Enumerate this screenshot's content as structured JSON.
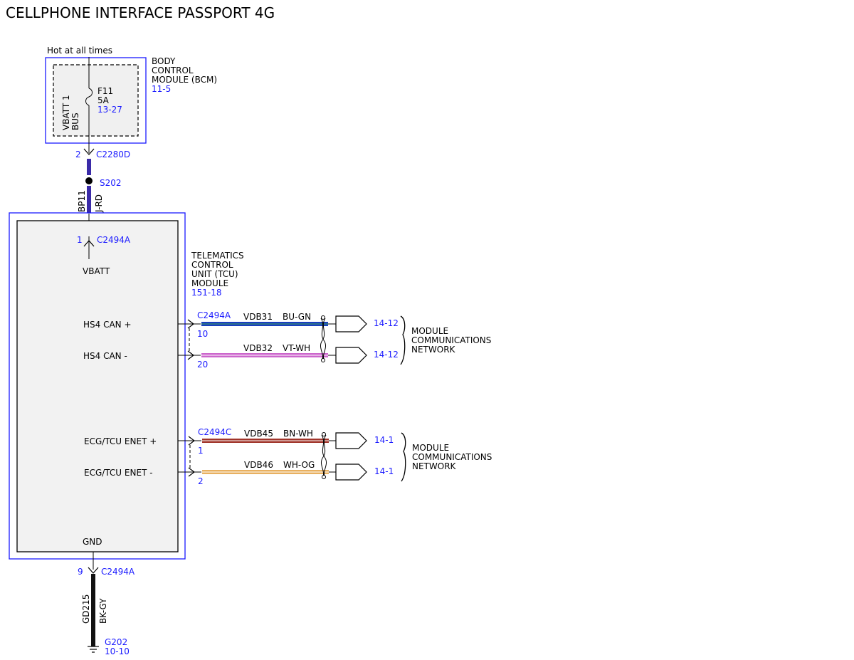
{
  "title": "CELLPHONE INTERFACE PASSPORT 4G",
  "colors": {
    "blue_box": "#1a1aff",
    "ref_text": "#1a1aff",
    "wire_bu_gn": "#1a3fbf",
    "wire_vt_wh": "#cc66cc",
    "wire_bn_wh": "#a0342a",
    "wire_wh_og": "#e8b060",
    "wire_bp11": "#3a2aa8",
    "wire_gd215": "#111111"
  },
  "power": {
    "label": "Hot at all times"
  },
  "bcm": {
    "name_lines": [
      "BODY",
      "CONTROL",
      "MODULE (BCM)"
    ],
    "ref": "11-5",
    "bus_lines": [
      "VBATT 1",
      "BUS"
    ],
    "fuse": {
      "name": "F11",
      "rating": "5A",
      "ref": "13-27"
    }
  },
  "c2280d": {
    "pin": "2",
    "name": "C2280D"
  },
  "splice": {
    "name": "S202"
  },
  "feed_wire": {
    "circuit": "BP11",
    "color": "J-RD"
  },
  "tcu": {
    "name_lines": [
      "TELEMATICS",
      "CONTROL",
      "UNIT (TCU)",
      "MODULE"
    ],
    "ref": "151-18",
    "vbatt": {
      "pin": "1",
      "connector": "C2494A",
      "label": "VBATT"
    },
    "gnd": {
      "label": "GND",
      "pin": "9",
      "connector": "C2494A"
    }
  },
  "can_group": {
    "connector": "C2494A",
    "signals": [
      {
        "label": "HS4 CAN +",
        "pin": "10",
        "circuit": "VDB31",
        "wire_color": "BU-GN",
        "ref": "14-12"
      },
      {
        "label": "HS4 CAN -",
        "pin": "20",
        "circuit": "VDB32",
        "wire_color": "VT-WH",
        "ref": "14-12"
      }
    ],
    "network_lines": [
      "MODULE",
      "COMMUNICATIONS",
      "NETWORK"
    ]
  },
  "enet_group": {
    "connector": "C2494C",
    "signals": [
      {
        "label": "ECG/TCU ENET +",
        "pin": "1",
        "circuit": "VDB45",
        "wire_color": "BN-WH",
        "ref": "14-1"
      },
      {
        "label": "ECG/TCU ENET -",
        "pin": "2",
        "circuit": "VDB46",
        "wire_color": "WH-OG",
        "ref": "14-1"
      }
    ],
    "network_lines": [
      "MODULE",
      "COMMUNICATIONS",
      "NETWORK"
    ]
  },
  "ground_wire": {
    "circuit": "GD215",
    "color": "BK-GY"
  },
  "ground": {
    "name": "G202",
    "ref": "10-10"
  }
}
